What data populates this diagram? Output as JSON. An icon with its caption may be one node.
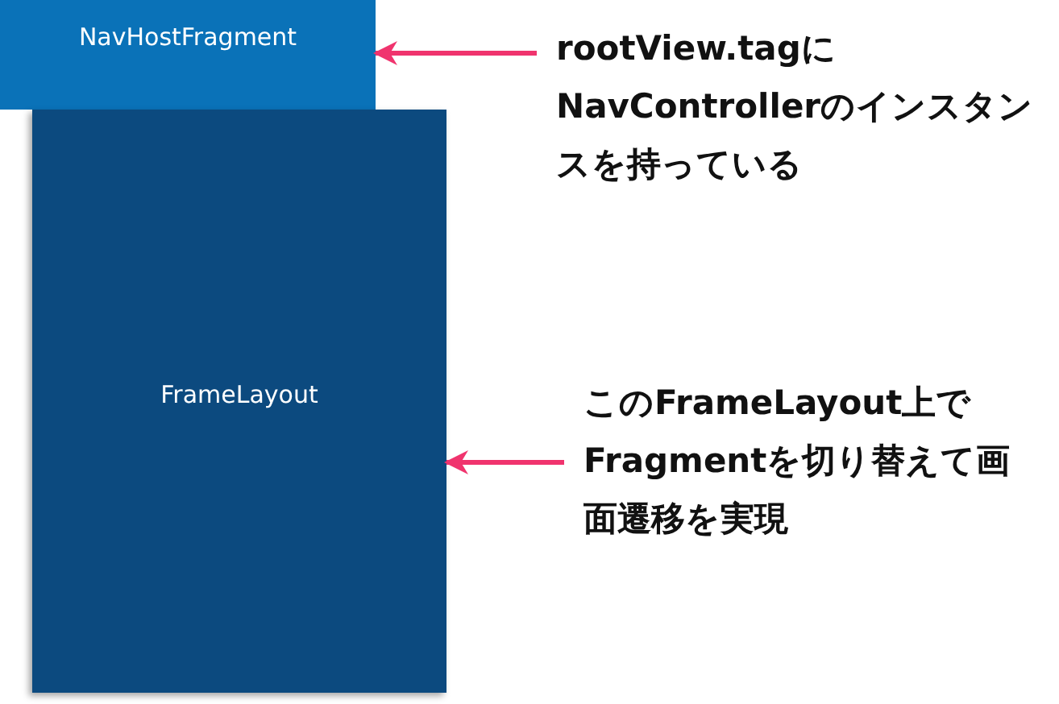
{
  "diagram": {
    "nodes": [
      {
        "text": [
          "NavHostFragment"
        ]
      },
      {
        "text": [
          "FrameLayout"
        ]
      },
      {
        "text": [
          "rootView.tagにNavControllerのインスタンスを持っている"
        ]
      },
      {
        "text": [
          "このFrameLayout上でFragmentを切り替えて画面遷移を実現"
        ]
      }
    ],
    "edges": [
      {
        "from": 2,
        "to": 0,
        "arrow": "to",
        "color": "#f0346e"
      },
      {
        "from": 3,
        "to": 1,
        "arrow": "to",
        "color": "#f0346e"
      }
    ]
  }
}
